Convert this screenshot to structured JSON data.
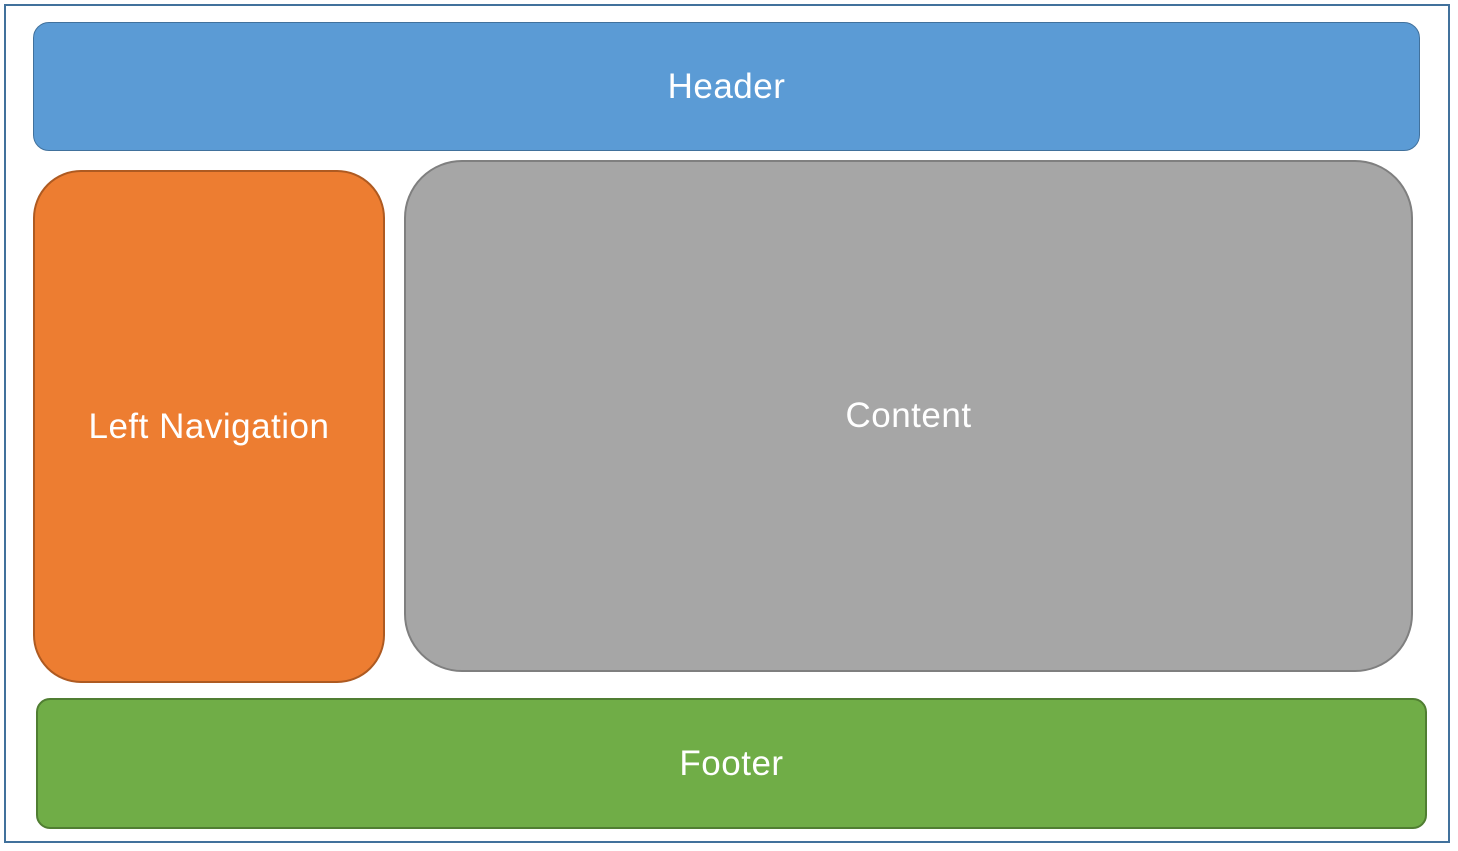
{
  "canvas": {
    "outer_border_color": "#41719C",
    "background": "#FFFFFF",
    "label_text_color": "#FFFFFF"
  },
  "blocks": {
    "header": {
      "label": "Header",
      "fill": "#5B9BD5",
      "border": "#41719C"
    },
    "left_nav": {
      "label": "Left Navigation",
      "fill": "#ED7D31",
      "border": "#AE5A21"
    },
    "content": {
      "label": "Content",
      "fill": "#A6A6A6",
      "border": "#7F7F7F"
    },
    "footer": {
      "label": "Footer",
      "fill": "#70AD47",
      "border": "#507E32"
    }
  }
}
